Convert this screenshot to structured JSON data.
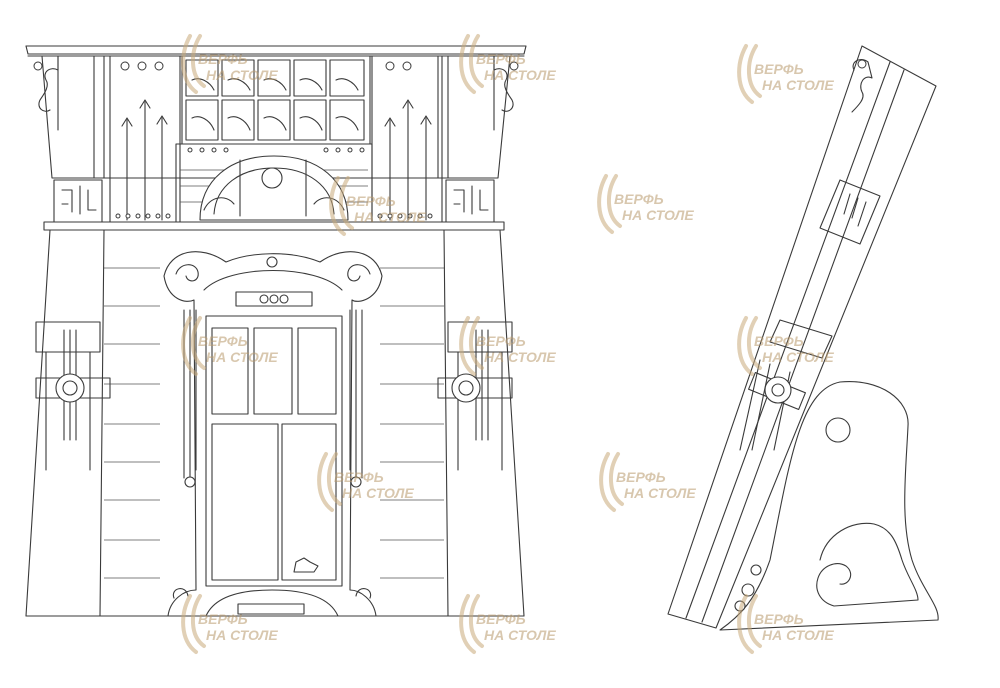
{
  "watermark": {
    "line1": "ВЕРФЬ",
    "line2": "НА СТОЛЕ",
    "color": "#b99a6c"
  },
  "drawing": {
    "stroke_color": "#3a3a3a",
    "background": "#ffffff",
    "views": [
      "front-view",
      "side-view"
    ]
  }
}
